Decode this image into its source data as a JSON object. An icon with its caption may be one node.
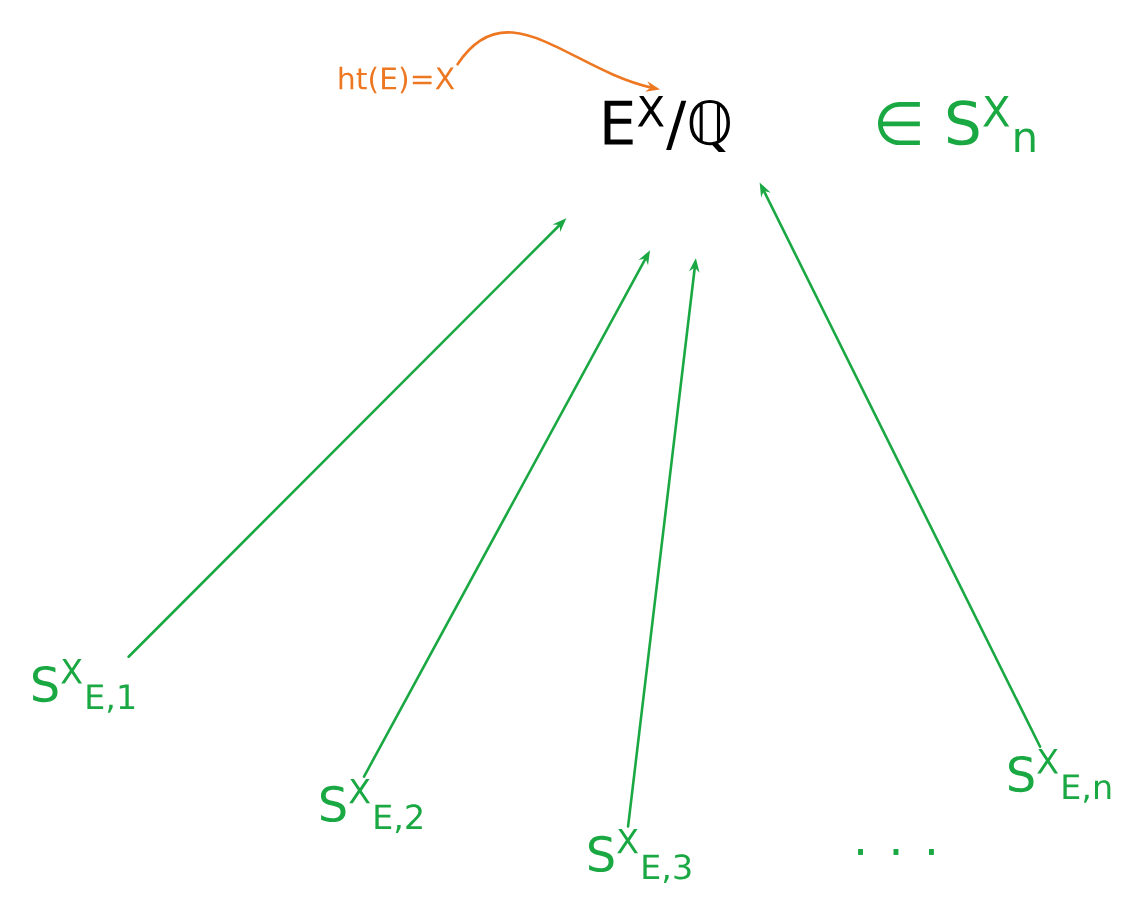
{
  "diagram": {
    "nodes": [
      {
        "text": [
          "E$^{X}$/ℚ"
        ]
      },
      {
        "text": [
          "ht(E)=X"
        ]
      },
      {
        "text": [
          "S$^{X}$$_{E,1}$"
        ]
      },
      {
        "text": [
          "S$^{X}$$_{E,2}$"
        ]
      },
      {
        "text": [
          "S$^{X}$$_{E,3}$"
        ]
      },
      {
        "text": [
          "S$^{X}$$_{E,n}$"
        ]
      }
    ],
    "edges": [
      {
        "from": 1,
        "to": 0,
        "arrow": "to",
        "color": "#ee7722"
      },
      {
        "from": 2,
        "to": 0,
        "arrow": "to"
      },
      {
        "from": 3,
        "to": 0,
        "arrow": "to"
      },
      {
        "from": 4,
        "to": 0,
        "arrow": "to"
      },
      {
        "from": 5,
        "to": 0,
        "arrow": "to"
      }
    ],
    "labels": [
      "∈ S$^{X}$$_{n}$",
      ". . ."
    ]
  }
}
